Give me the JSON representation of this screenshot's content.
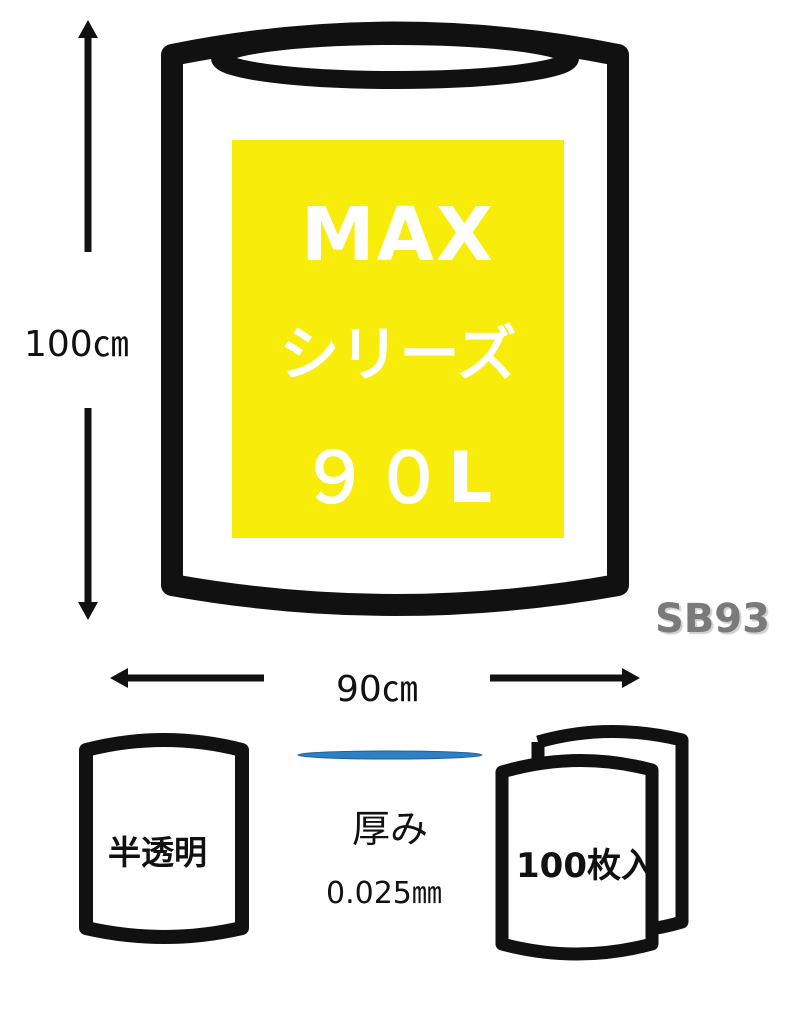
{
  "product": {
    "series_line1": "MAX",
    "series_line2": "シリーズ",
    "capacity": "９０L",
    "code": "SB93"
  },
  "dimensions": {
    "height": "100㎝",
    "width": "90㎝"
  },
  "features": {
    "transparency": "半透明",
    "thickness_label": "厚み",
    "thickness_value": "0.025㎜",
    "quantity": "100枚入"
  },
  "colors": {
    "label_yellow": "#f8ec0a",
    "outline": "#111111",
    "code_gray": "#7a7a7a",
    "film_blue": "#2f7fc4"
  }
}
